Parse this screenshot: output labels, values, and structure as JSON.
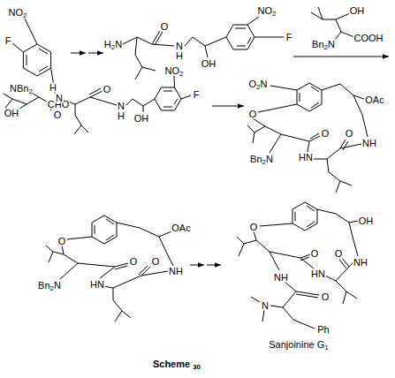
{
  "diagram": {
    "caption": "Scheme 30",
    "labels": [
      "NO2",
      "F",
      "CHO",
      "H2N",
      "O",
      "N",
      "H",
      "OH",
      "NO2",
      "F",
      "OH",
      "COOH",
      "Bn2N",
      "NBn2",
      "H",
      "N",
      "O",
      "OH",
      "O",
      "N",
      "H",
      "OH",
      "NO2",
      "F",
      "O2N",
      "O",
      "OAc",
      "O",
      "O",
      "NH",
      "Bn2N",
      "HN",
      "O",
      "OAc",
      "O",
      "O",
      "NH",
      "Bn2N",
      "HN",
      "O",
      "OH",
      "O",
      "O",
      "NH",
      "NH",
      "HN",
      "O",
      "N",
      "Ph",
      "Sanjoinine G1"
    ]
  }
}
